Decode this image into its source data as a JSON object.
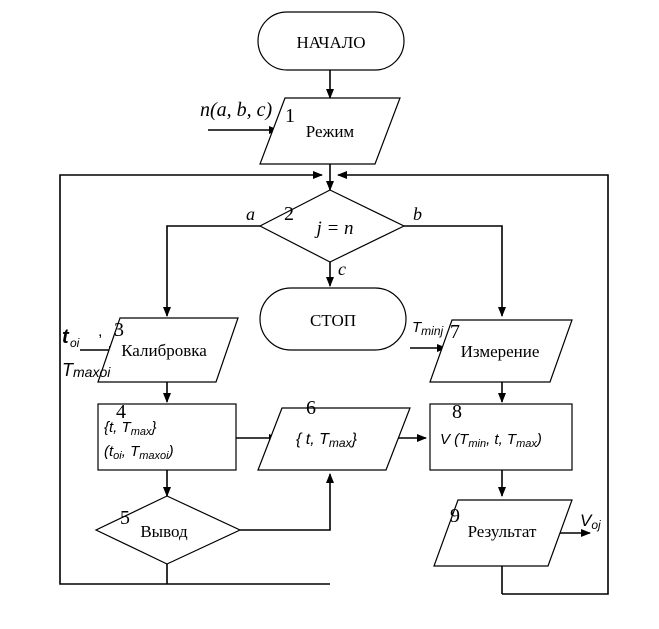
{
  "blocks": {
    "start": "НАЧАЛО",
    "mode": "Режим",
    "mode_num": "1",
    "mode_input": "n(a,  b,  c)",
    "decision": "j = n",
    "decision_num": "2",
    "branch_a": "a",
    "branch_b": "b",
    "branch_c": "c",
    "stop": "СТОП",
    "calib_num": "3",
    "calib": "Калибровка",
    "calib_in_1": "t",
    "calib_in_1_sub": "oi",
    "calib_in_sep": ",",
    "calib_in_2": "T",
    "calib_in_2_sub": "maxoi",
    "proc4_num": "4",
    "proc4_line1_a": "{t, T",
    "proc4_line1_sub": "max",
    "proc4_line1_b": "}",
    "proc4_line2_a": "(t",
    "proc4_line2_sub1": "oi",
    "proc4_line2_b": ", T",
    "proc4_line2_sub2": "maxoi",
    "proc4_line2_c": ")",
    "out6_num": "6",
    "out6_a": "{ t, T",
    "out6_sub": "max",
    "out6_b": "}",
    "meas_num": "7",
    "meas": "Измерение",
    "meas_in": "T",
    "meas_in_sub": "minj",
    "proc8_num": "8",
    "proc8_a": "V (T",
    "proc8_sub1": "min",
    "proc8_b": ", t, T",
    "proc8_sub2": "max",
    "proc8_c": ")",
    "output5_num": "5",
    "output5": "Вывод",
    "result_num": "9",
    "result": "Результат",
    "result_out": "V",
    "result_out_sub": "oj"
  },
  "colors": {
    "stroke": "#000000",
    "fill": "#ffffff",
    "background": "#ffffff"
  }
}
